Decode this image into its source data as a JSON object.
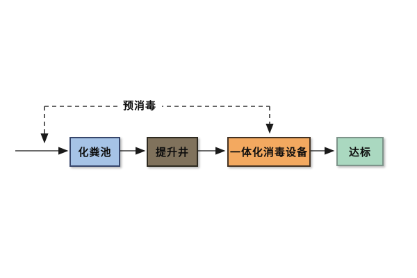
{
  "diagram": {
    "background_color": "#ffffff",
    "line_color": "#3a3a3a",
    "dashed_branch": {
      "label": "预消毒"
    },
    "nodes": [
      {
        "id": "septic-tank",
        "label": "化粪池",
        "fill": "#a6c3e6",
        "border": "#37466b"
      },
      {
        "id": "lift-well",
        "label": "提升井",
        "fill": "#80725c",
        "border": "#2e2a20"
      },
      {
        "id": "integrated-disinfection-unit",
        "label": "一体化消毒设备",
        "fill": "#f3a960",
        "border": "#433223"
      },
      {
        "id": "compliant-discharge",
        "label": "达标",
        "fill": "#aad8c0",
        "border": "#7d948a"
      }
    ]
  }
}
